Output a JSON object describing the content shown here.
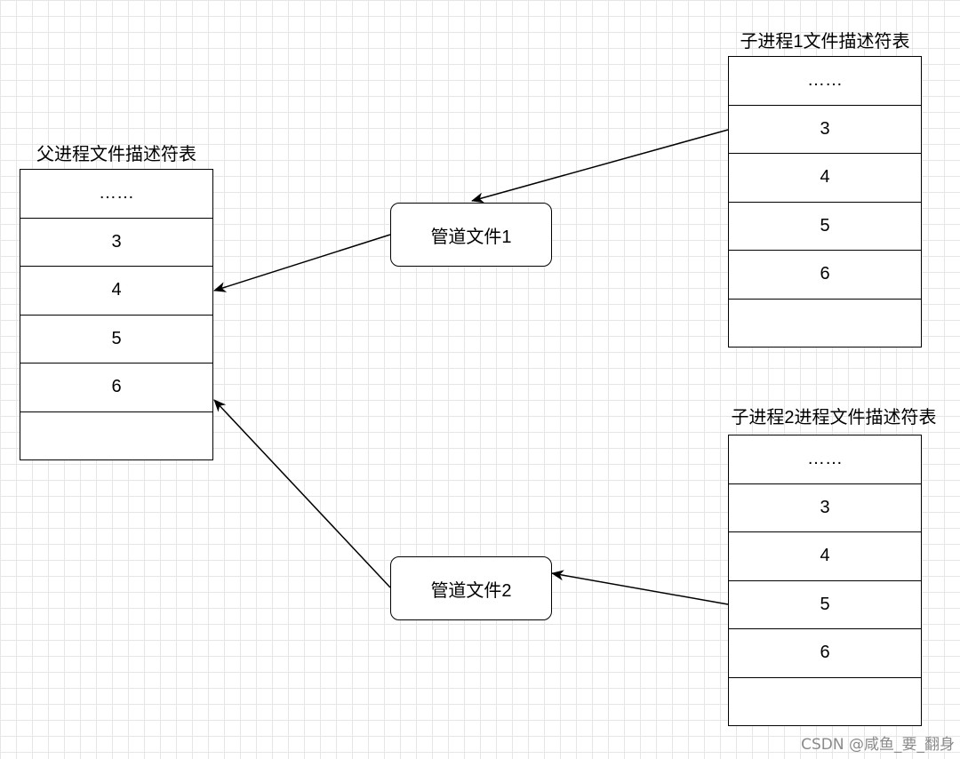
{
  "tables": {
    "parent": {
      "title": "父进程文件描述符表",
      "rows": [
        "……",
        "3",
        "4",
        "5",
        "6",
        ""
      ]
    },
    "child1": {
      "title": "子进程1文件描述符表",
      "rows": [
        "……",
        "3",
        "4",
        "5",
        "6",
        ""
      ]
    },
    "child2": {
      "title": "子进程2进程文件描述符表",
      "rows": [
        "……",
        "3",
        "4",
        "5",
        "6",
        ""
      ]
    }
  },
  "pipes": {
    "pipe1": {
      "label": "管道文件1"
    },
    "pipe2": {
      "label": "管道文件2"
    }
  },
  "edges": [
    {
      "from": "child1.3",
      "to": "pipe1"
    },
    {
      "from": "pipe1",
      "to": "parent.4"
    },
    {
      "from": "child2.5",
      "to": "pipe2"
    },
    {
      "from": "pipe2",
      "to": "parent.6"
    }
  ],
  "watermark": "CSDN @咸鱼_要_翻身"
}
